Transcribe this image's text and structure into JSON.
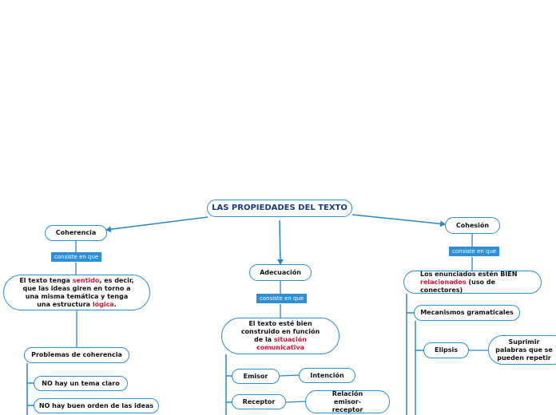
{
  "root": {
    "title": "LAS PROPIEDADES DEL TEXTO"
  },
  "link_label": "consiste en que",
  "coherencia": {
    "title": "Coherencia",
    "desc": {
      "p1": "El texto tenga ",
      "h1": "sentido",
      "p2": ", es decir, que las ideas giren en torno a una misma temática y tenga una estructura ",
      "h2": "lógica",
      "p3": "."
    },
    "problems_title": "Problemas de coherencia",
    "problems": [
      "NO hay un tema claro",
      "NO hay buen orden de las ideas"
    ]
  },
  "adecuacion": {
    "title": "Adecuación",
    "desc": {
      "p1": "El texto esté bien construido en función de la ",
      "h1": "situación comunicativa"
    },
    "items": [
      {
        "label": "Emisor",
        "detail": "Intención"
      },
      {
        "label": "Receptor",
        "detail": "Relación emisor-receptor"
      }
    ]
  },
  "cohesion": {
    "title": "Cohesión",
    "desc": {
      "p1": "Los enunciados estén BIEN ",
      "h1": "relacionados",
      "p2": " (uso de conectores)"
    },
    "mechanisms": "Mecanismos gramaticales",
    "elipsis": "Elipsis",
    "elipsis_detail": "Suprimir palabras que se pueden repetir"
  },
  "colors": {
    "border": "#2c8fd6",
    "line": "#2a86cc",
    "label_bg": "#2e8fd8",
    "highlight": "#d6183a",
    "root_text": "#1f3a78"
  }
}
